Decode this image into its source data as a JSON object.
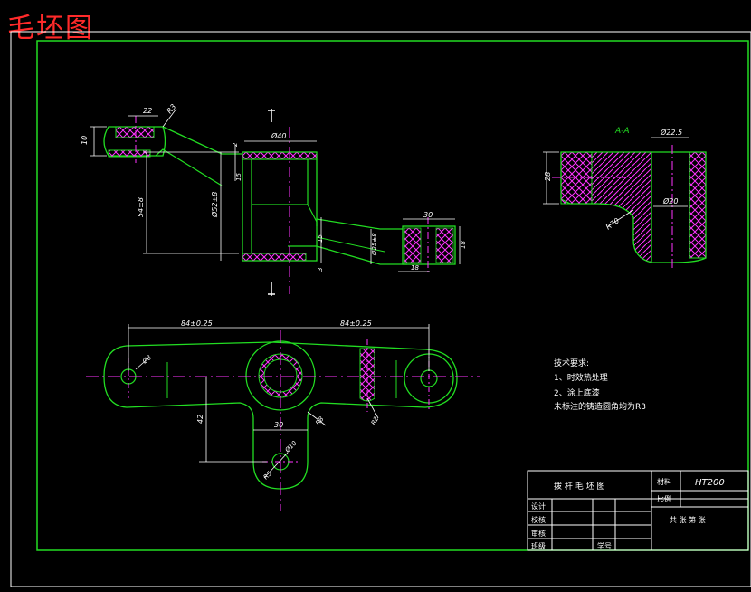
{
  "title": "毛坯图",
  "colors": {
    "bg": "#000000",
    "outline": "#22dd22",
    "white": "#ffffff",
    "center": "#ff33ff",
    "hatch": "#ff33ff",
    "title_red": "#ff2a2a",
    "accent_green": "#22dd22"
  },
  "front_view": {
    "dims": {
      "d22": "22",
      "d10": "10",
      "r30": "R3",
      "d2": "2",
      "d15": "15",
      "d40": "Ø40",
      "d52": "Ø52±8",
      "d54": "54±8",
      "d3": "3",
      "d15b": "15",
      "d30": "30",
      "d25": "Ø25±8",
      "d18": "18",
      "d18b": "18"
    }
  },
  "section_view": {
    "label": "A-A",
    "dims": {
      "d225": "Ø22.5",
      "d28": "28",
      "d20": "Ø20",
      "r70": "R70"
    }
  },
  "top_view": {
    "dims": {
      "left": "84±0.25",
      "right": "84±0.25",
      "d8": "Ø8",
      "d42": "42",
      "d30": "30",
      "r28": "R8",
      "r12": "R2",
      "d10": "Ø10",
      "r15": "R5"
    }
  },
  "notes": {
    "heading": "技术要求:",
    "items": [
      "1、时效热处理",
      "2、涂上底漆",
      "未标注的铸造圆角均为R3"
    ]
  },
  "title_block": {
    "part_name": "拨 杆 毛 坯 图",
    "material_label": "材料",
    "material_value": "HT200",
    "scale_label": "比例",
    "sheets": "共  张  第  张",
    "rows": [
      "设计",
      "校核",
      "审核",
      "班级"
    ],
    "student_no_label": "学号"
  }
}
